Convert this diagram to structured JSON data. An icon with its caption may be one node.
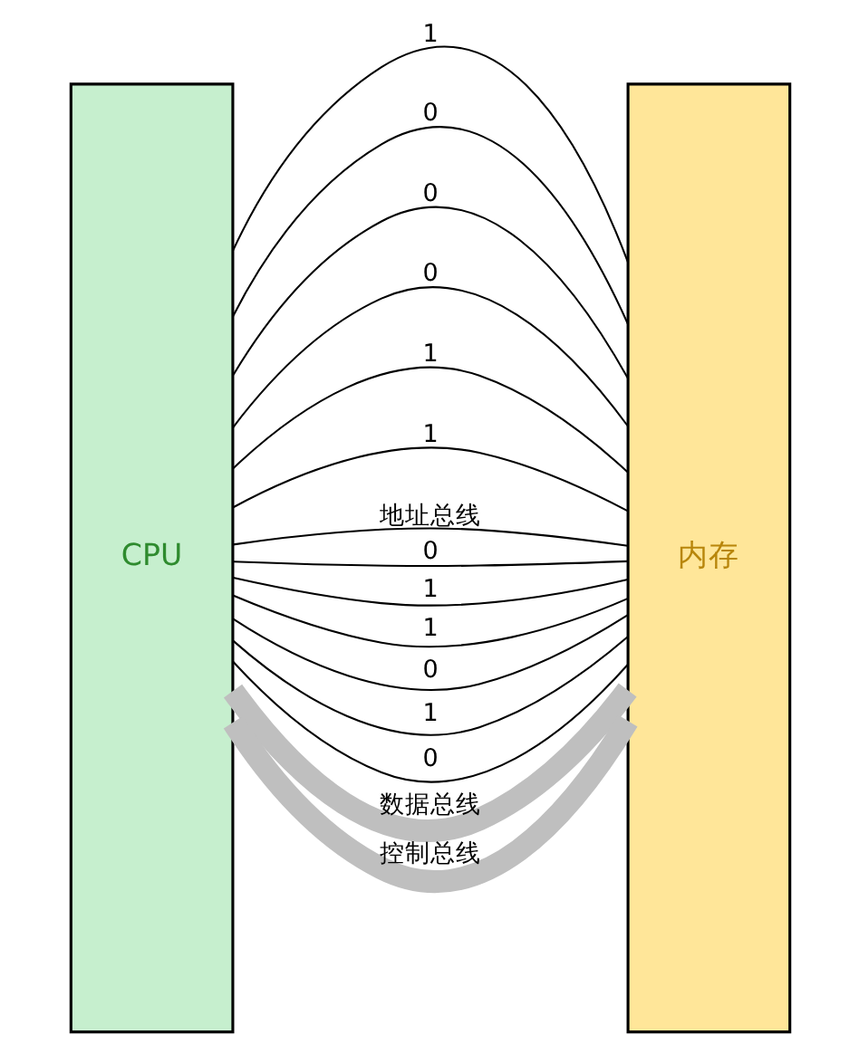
{
  "diagram": {
    "nodes": [
      {
        "text": [
          "CPU"
        ]
      },
      {
        "text": [
          "内存"
        ]
      }
    ],
    "edges": [
      {
        "from": 0,
        "to": 1,
        "arrow": "none",
        "label": "1"
      },
      {
        "from": 0,
        "to": 1,
        "arrow": "none",
        "label": "0"
      },
      {
        "from": 0,
        "to": 1,
        "arrow": "none",
        "label": "0"
      },
      {
        "from": 0,
        "to": 1,
        "arrow": "none",
        "label": "0"
      },
      {
        "from": 0,
        "to": 1,
        "arrow": "none",
        "label": "1"
      },
      {
        "from": 0,
        "to": 1,
        "arrow": "none",
        "label": "1"
      },
      {
        "from": 0,
        "to": 1,
        "arrow": "none",
        "label": "地址总线"
      },
      {
        "from": 0,
        "to": 1,
        "arrow": "none",
        "label": "0"
      },
      {
        "from": 0,
        "to": 1,
        "arrow": "none",
        "label": "1"
      },
      {
        "from": 0,
        "to": 1,
        "arrow": "none",
        "label": "1"
      },
      {
        "from": 0,
        "to": 1,
        "arrow": "none",
        "label": "0"
      },
      {
        "from": 0,
        "to": 1,
        "arrow": "none",
        "label": "1"
      },
      {
        "from": 0,
        "to": 1,
        "arrow": "none",
        "label": "0"
      },
      {
        "from": 0,
        "to": 1,
        "arrow": "none",
        "label": "数据总线",
        "style": "thick",
        "color": "#bfbfbf"
      },
      {
        "from": 0,
        "to": 1,
        "arrow": "none",
        "label": "控制总线",
        "style": "thick",
        "color": "#bfbfbf"
      }
    ]
  }
}
